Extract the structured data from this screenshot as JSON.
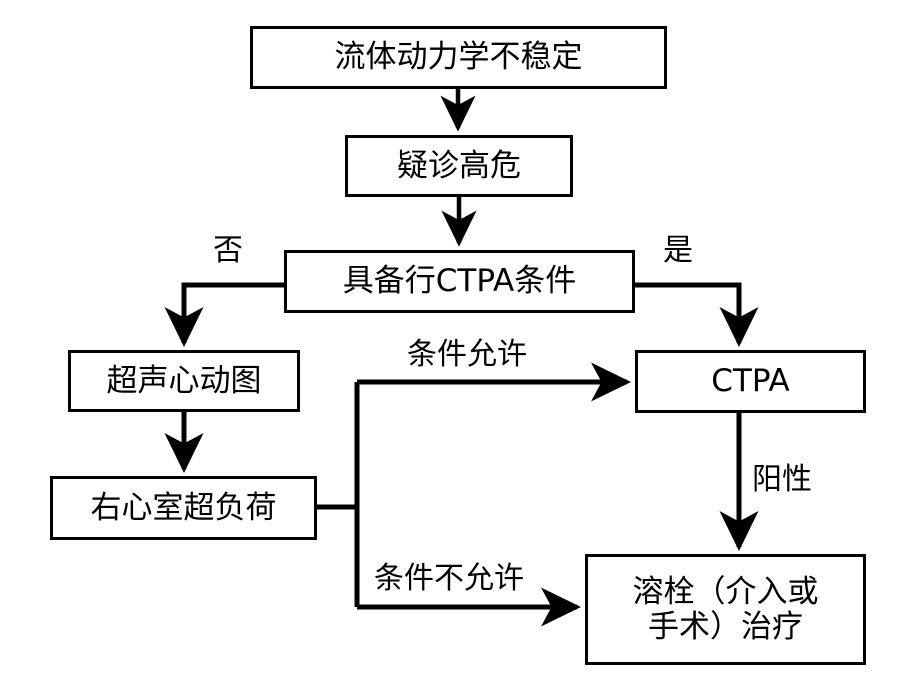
{
  "diagram": {
    "title_text": "",
    "stroke_color": "#000000",
    "fill_color": "#ffffff",
    "nodes": [
      {
        "id": "hemodynamic-instability",
        "label": "流体动力学不稳定"
      },
      {
        "id": "suspected-high-risk",
        "label": "疑诊高危"
      },
      {
        "id": "ctpa-feasible",
        "label": "具备行CTPA条件"
      },
      {
        "id": "echocardiography",
        "label": "超声心动图"
      },
      {
        "id": "rv-overload",
        "label": "右心室超负荷"
      },
      {
        "id": "ctpa",
        "label": "CTPA"
      },
      {
        "id": "thrombolysis",
        "label": "溶栓（介入或\n手术）治疗"
      }
    ],
    "edge_labels": [
      {
        "id": "no",
        "label": "否"
      },
      {
        "id": "yes",
        "label": "是"
      },
      {
        "id": "condition-allow",
        "label": "条件允许"
      },
      {
        "id": "positive",
        "label": "阳性"
      },
      {
        "id": "condition-deny",
        "label": "条件不允许"
      }
    ]
  }
}
